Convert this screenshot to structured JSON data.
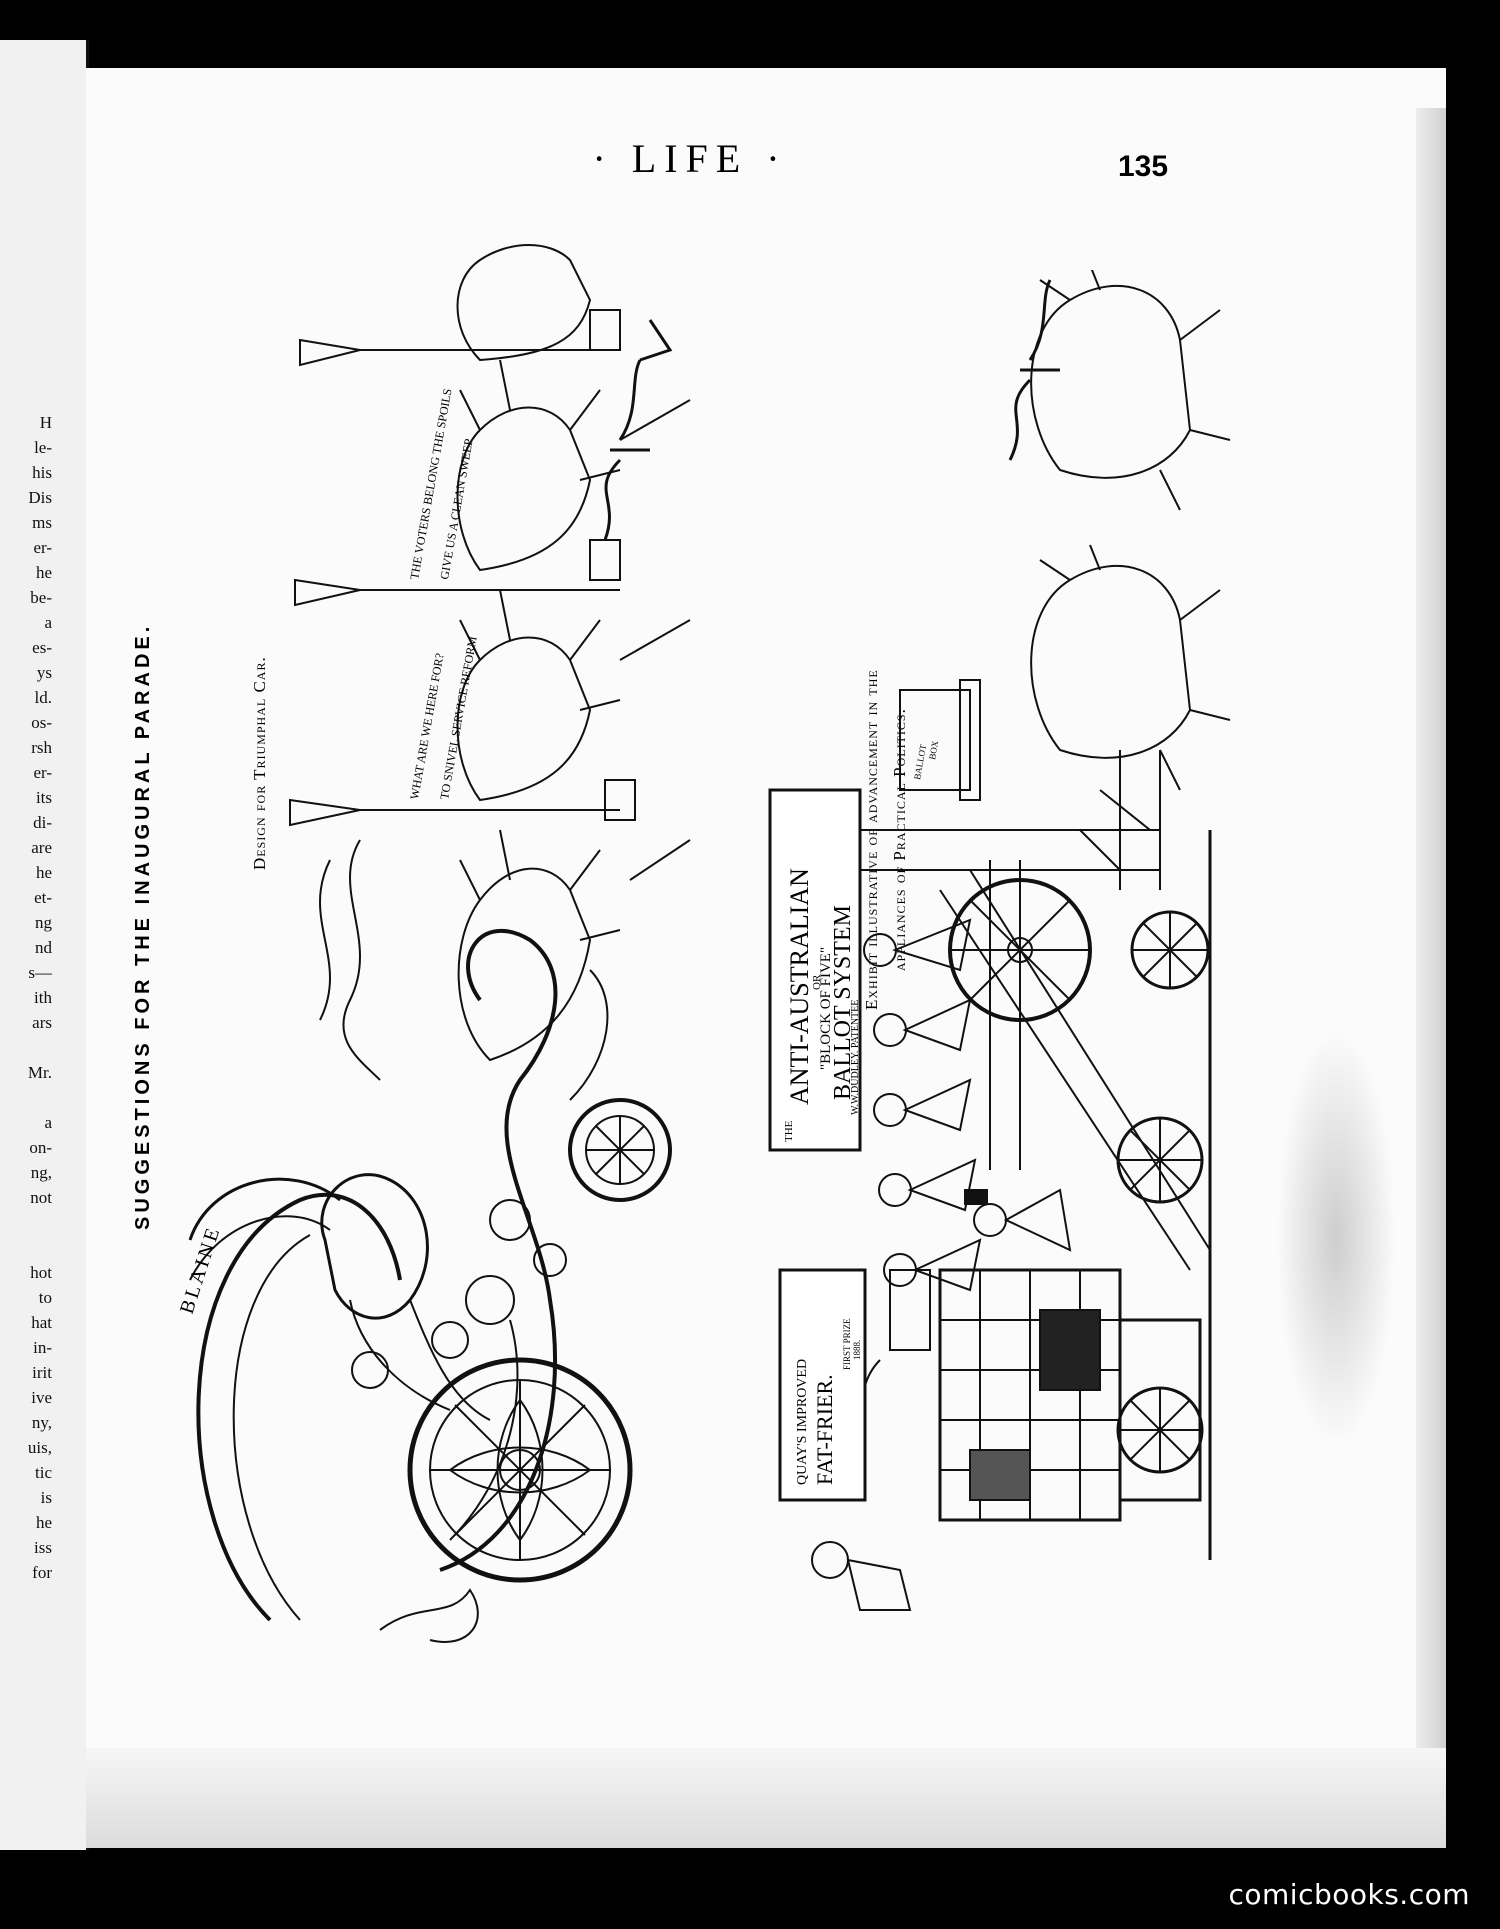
{
  "left_page": {
    "fragments": [
      "H",
      "le-",
      "his",
      "Dis",
      "ms",
      "er-",
      "he",
      "be-",
      "a",
      "es-",
      "ys",
      "ld.",
      "os-",
      "rsh",
      "er-",
      "its",
      "di-",
      "are",
      "he",
      "et-",
      "ng",
      "nd",
      "s—",
      "ith",
      "ars",
      "",
      "Mr.",
      "",
      "a",
      "on-",
      "ng,",
      "not",
      "",
      "",
      "hot",
      "to",
      "hat",
      "in-",
      "irit",
      "ive",
      "ny,",
      "uis,",
      "tic",
      "is",
      "he",
      "iss",
      "for"
    ]
  },
  "masthead": "· LIFE ·",
  "page_number": "135",
  "headline": "SUGGESTIONS FOR THE INAUGURAL PARADE.",
  "top_illustration": {
    "caption": "Design for Triumphal Car.",
    "figure_label": "BLAINE",
    "banner_1": "WHAT ARE WE HERE FOR?",
    "banner_2": "TO SNIVEL SERVICE REFORM",
    "banner_3": "THE VOTERS BELONG THE SPOILS",
    "banner_4": "GIVE US A CLEAN SWEEP"
  },
  "bottom_illustration": {
    "caption_line1": "Exhibit illustrative of advancement in the",
    "caption_line2": "appliances of Practical Politics.",
    "sign_the": "THE",
    "sign_main": "ANTI-AUSTRALIAN",
    "sign_or": "OR",
    "sign_block": "\"BLOCK OF FIVE\"",
    "sign_system": "BALLOT SYSTEM",
    "sign_patent": "W.W.DUDLEY. PATENTEE",
    "ballot_box_1": "BALLOT",
    "ballot_box_2": "BOX",
    "fryer_1": "QUAY'S IMPROVED",
    "fryer_2": "FAT-FRIER.",
    "fryer_3": "FIRST PRIZE",
    "fryer_4": "1888."
  },
  "watermark": "comicbooks.com"
}
